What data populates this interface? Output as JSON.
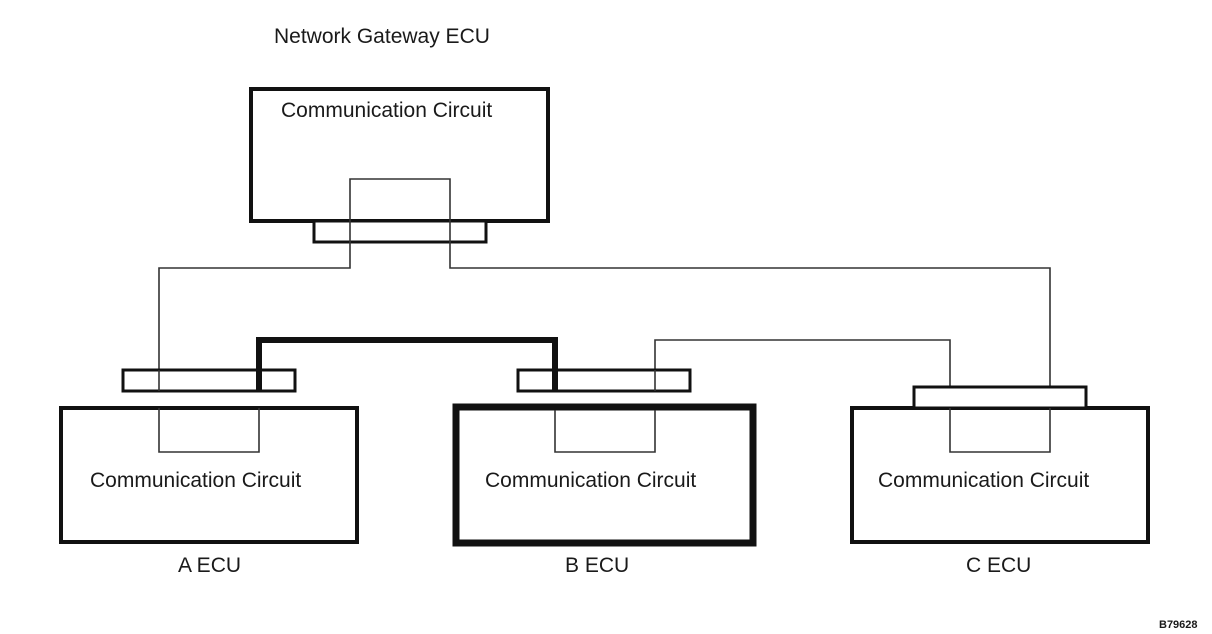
{
  "gateway": {
    "title": "Network Gateway ECU",
    "circuit_label": "Communication Circuit"
  },
  "ecus": [
    {
      "circuit_label": "Communication Circuit",
      "name": "A ECU"
    },
    {
      "circuit_label": "Communication Circuit",
      "name": "B ECU"
    },
    {
      "circuit_label": "Communication Circuit",
      "name": "C ECU"
    }
  ],
  "figure_id": "B79628",
  "colors": {
    "line": "#111111",
    "background": "#ffffff"
  }
}
